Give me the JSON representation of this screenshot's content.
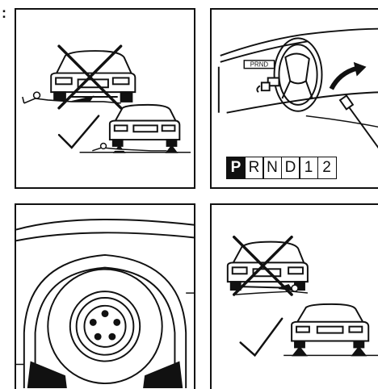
{
  "page": {
    "corner_mark": ":"
  },
  "gear_selector": {
    "positions": [
      "P",
      "R",
      "N",
      "D",
      "1",
      "2"
    ],
    "selected": "P"
  },
  "dashboard_label": "PRND",
  "panels": [
    {
      "id": "jack-support-warning",
      "correct_mark": "check",
      "incorrect_mark": "cross"
    },
    {
      "id": "shift-to-park"
    },
    {
      "id": "wheel-chocks"
    },
    {
      "id": "jack-stands-warning",
      "correct_mark": "check",
      "incorrect_mark": "cross"
    }
  ],
  "colors": {
    "ink": "#111111",
    "background": "#ffffff"
  }
}
